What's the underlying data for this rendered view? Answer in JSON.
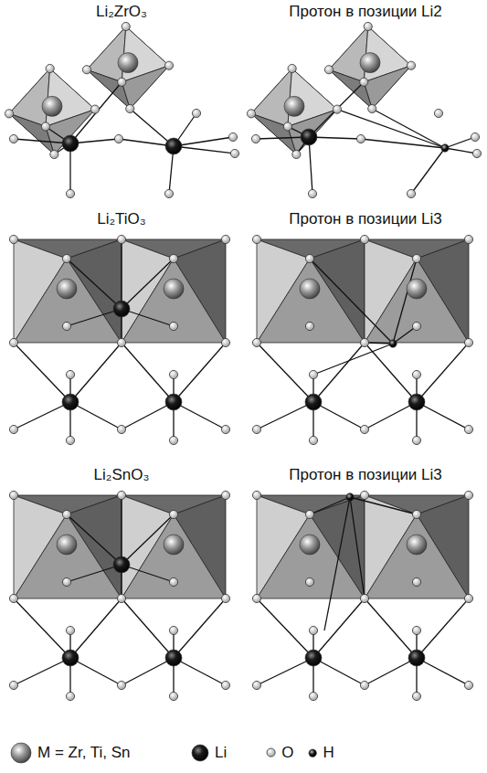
{
  "diagram": {
    "labels": [
      "Li₂ZrO₃",
      "Протон в позиции Li2",
      "Li₂TiO₃",
      "Протон в позиции Li3",
      "Li₂SnO₃",
      "Протон в позиции Li3"
    ],
    "legend": [
      {
        "text": "M = Zr, Ti, Sn"
      },
      {
        "text": "Li"
      },
      {
        "text": "O"
      },
      {
        "text": "H"
      }
    ]
  }
}
